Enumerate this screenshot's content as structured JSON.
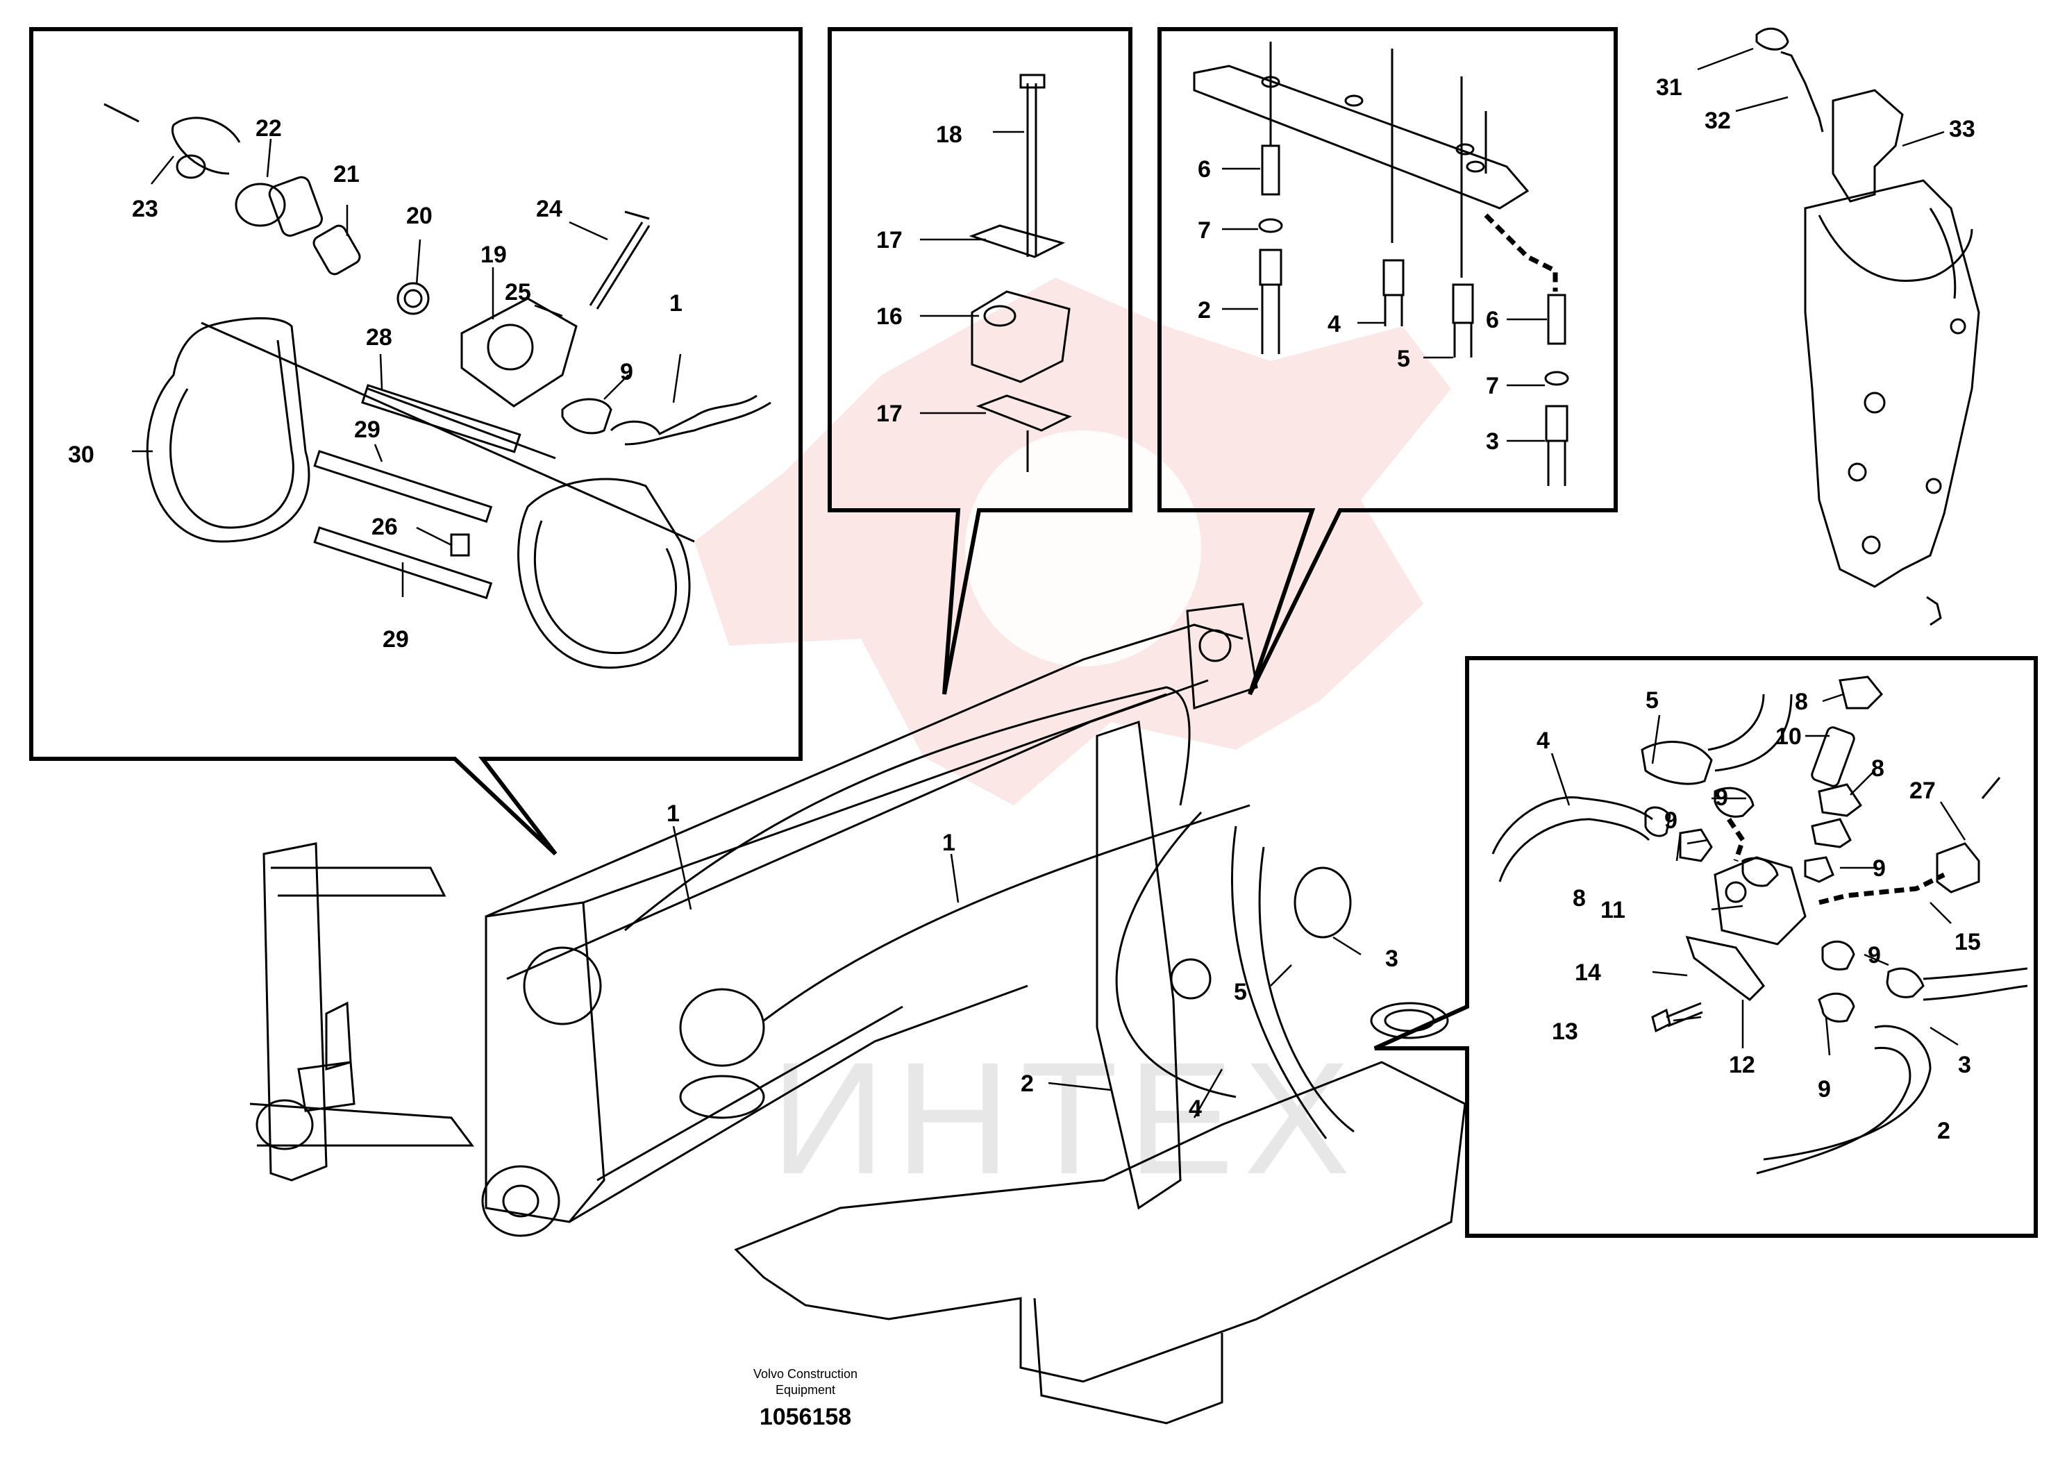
{
  "caption": {
    "line1": "Volvo Construction",
    "line2": "Equipment",
    "number": "1056158"
  },
  "watermark": {
    "text": "ИНТЕХ",
    "color": "#e8363a"
  },
  "colors": {
    "ink": "#000000",
    "watermark_red": "#e8363a"
  },
  "callouts": {
    "c1": "1",
    "c2": "2",
    "c3": "3",
    "c4": "4",
    "c5": "5",
    "c6": "6",
    "c7": "7",
    "c8": "8",
    "c9": "9",
    "c10": "10",
    "c11": "11",
    "c12": "12",
    "c13": "13",
    "c14": "14",
    "c15": "15",
    "c16": "16",
    "c17": "17",
    "c18": "18",
    "c19": "19",
    "c20": "20",
    "c21": "21",
    "c22": "22",
    "c23": "23",
    "c24": "24",
    "c25": "25",
    "c26": "26",
    "c27": "27",
    "c28": "28",
    "c29": "29",
    "c30": "30",
    "c31": "31",
    "c32": "32",
    "c33": "33"
  }
}
